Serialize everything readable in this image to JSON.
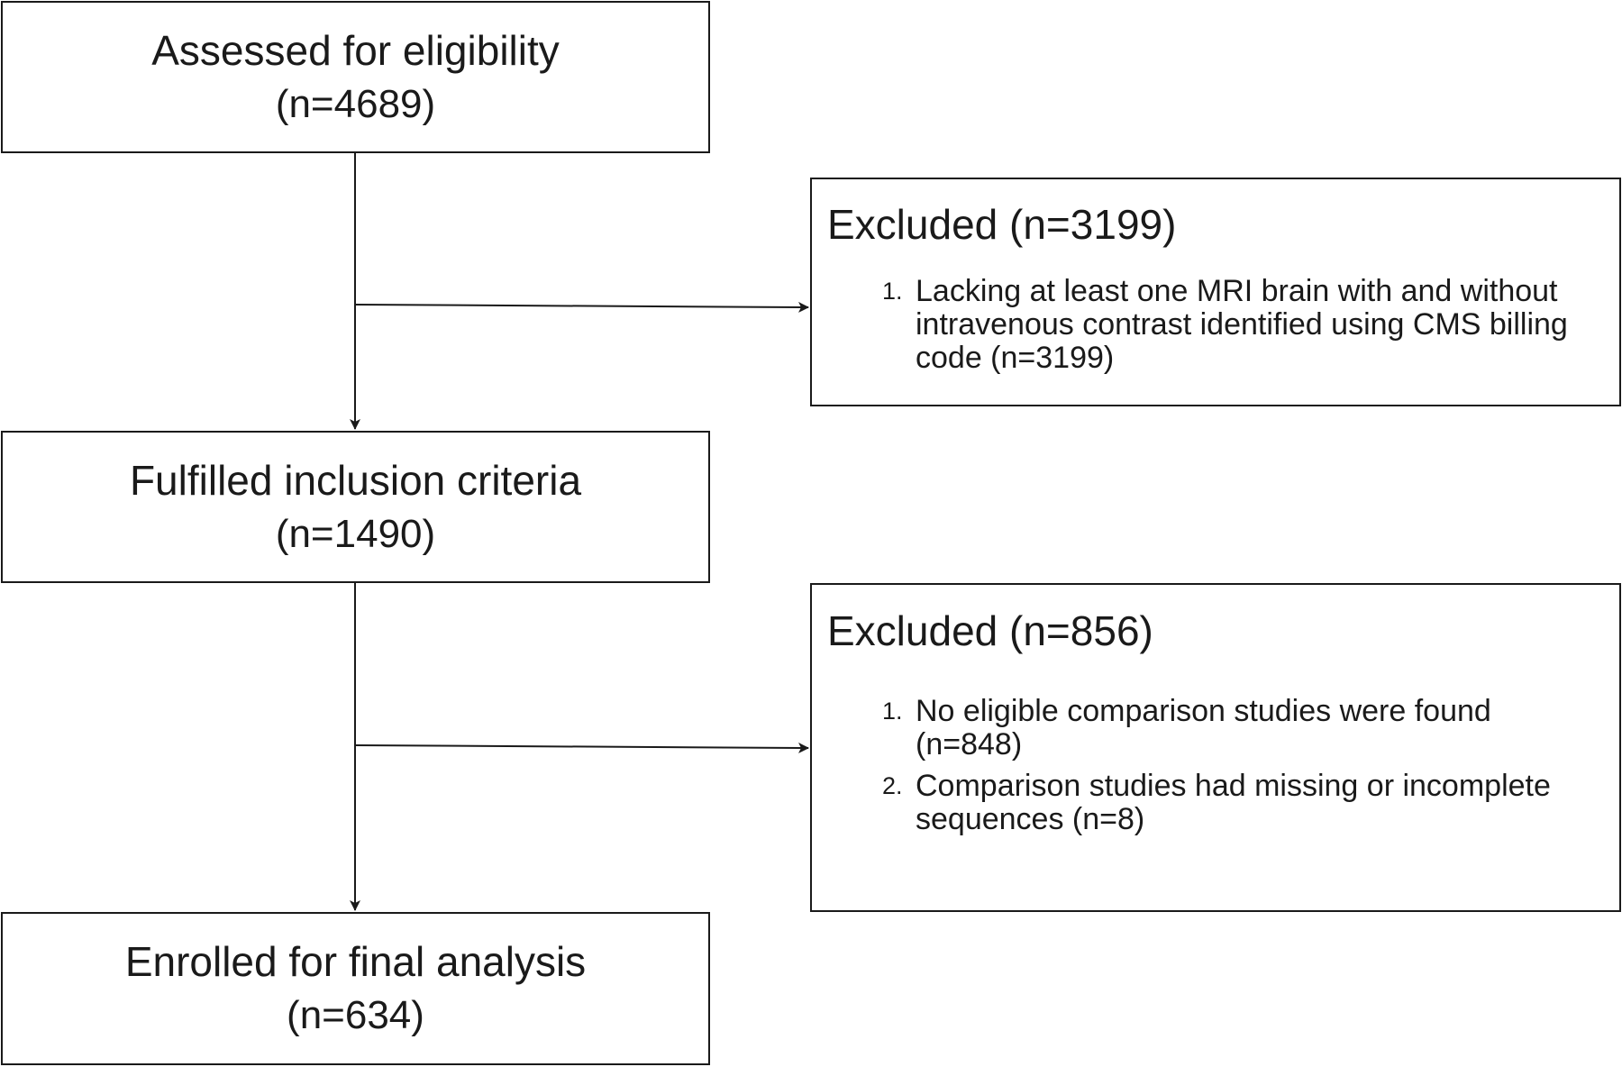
{
  "flow": {
    "assessed": {
      "title": "Assessed for eligibility",
      "count": "(n=4689)"
    },
    "fulfilled": {
      "title": "Fulfilled inclusion criteria",
      "count": "(n=1490)"
    },
    "enrolled": {
      "title": "Enrolled for final analysis",
      "count": "(n=634)"
    }
  },
  "exclusions": [
    {
      "title": "Excluded (n=3199)",
      "items": [
        {
          "num": "1.",
          "text": "Lacking at least one MRI brain with and without intravenous contrast identified using CMS billing code (n=3199)"
        }
      ]
    },
    {
      "title": "Excluded (n=856)",
      "items": [
        {
          "num": "1.",
          "text": "No eligible comparison studies were found (n=848)"
        },
        {
          "num": "2.",
          "text": "Comparison studies had missing or incomplete sequences (n=8)"
        }
      ]
    }
  ]
}
